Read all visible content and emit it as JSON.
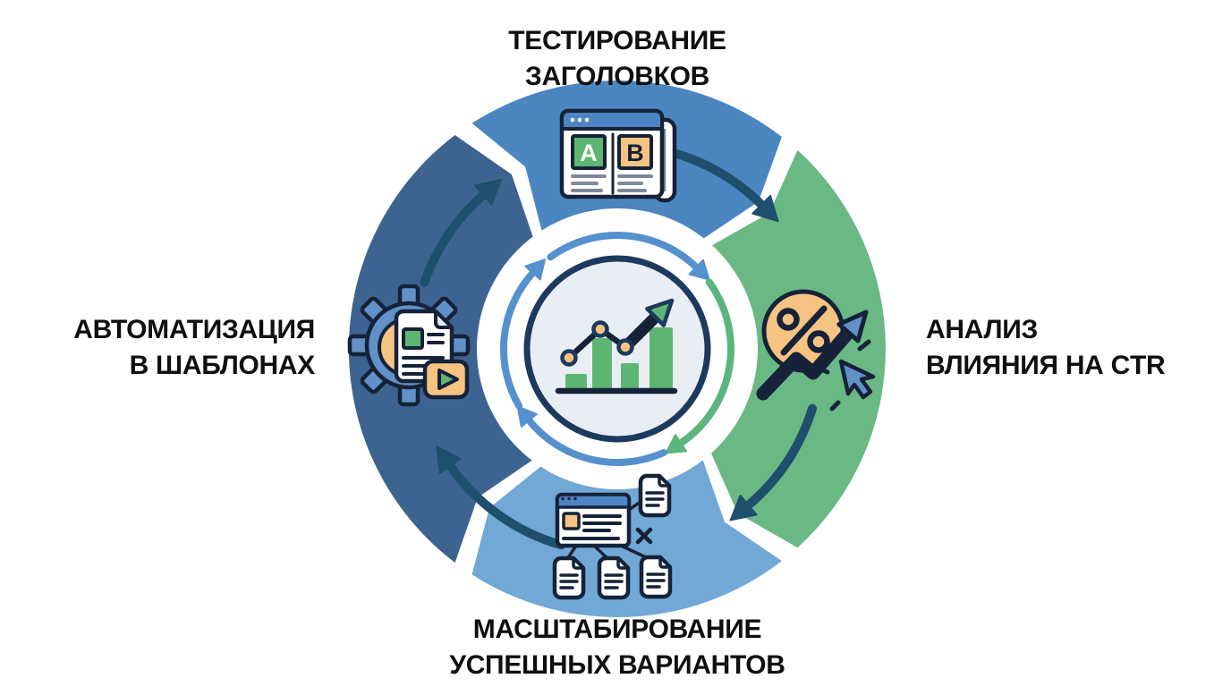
{
  "diagram": {
    "background": "#ffffff",
    "text_color": "#0f0f0f",
    "center_icon": "growth-chart-icon",
    "stages": [
      {
        "position": "top",
        "line1": "ТЕСТИРОВАНИЕ",
        "line2": "ЗАГОЛОВКОВ",
        "color": "#4b86c0",
        "icon": "ab-test-newspaper-icon"
      },
      {
        "position": "right",
        "line1": "АНАЛИЗ",
        "line2": "ВЛИЯНИЯ НА CTR",
        "color": "#6ab884",
        "icon": "percent-ctr-growth-icon"
      },
      {
        "position": "bottom",
        "line1": "МАСШТАБИРОВАНИЕ",
        "line2": "УСПЕШНЫХ ВАРИАНТОВ",
        "color": "#72a8d5",
        "icon": "document-scaling-icon"
      },
      {
        "position": "left",
        "line1": "АВТОМАТИЗАЦИЯ",
        "line2": "В ШАБЛОНАХ",
        "color": "#3d6391",
        "icon": "gear-template-automation-icon"
      }
    ],
    "ab_test": {
      "variant_a": "A",
      "variant_b": "B"
    },
    "palette": {
      "cycle_arrow_dark": "#1e4f6c",
      "ring_arrow_blue": "#5591cd",
      "ring_arrow_green": "#5bb57c",
      "outline_navy": "#152238",
      "center_ring": "#1c3a5e",
      "center_fill": "#e9eef4",
      "accent_orange": "#f7c382",
      "accent_green": "#5eb673",
      "icon_blue": "#6191c7",
      "browser_bar_blue": "#4e84c4",
      "doc_line_gray": "#7e8899",
      "white": "#ffffff"
    }
  }
}
